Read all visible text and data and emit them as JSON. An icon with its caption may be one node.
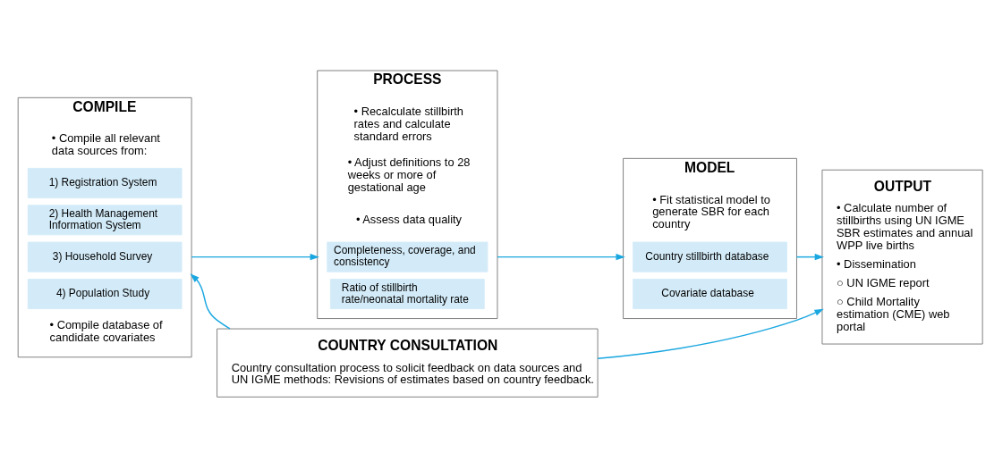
{
  "diagram": {
    "nodes": [
      {
        "text": [
          "COMPILE",
          "• Compile all relevant data sources from:",
          "• Compile database of candidate covariates"
        ]
      },
      {
        "text": [
          "1) Registration System"
        ],
        "in": 0
      },
      {
        "text": [
          "2) Health Management Information System"
        ],
        "in": 0
      },
      {
        "text": [
          "3) Household Survey"
        ],
        "in": 0
      },
      {
        "text": [
          "4) Population Study"
        ],
        "in": 0
      },
      {
        "text": [
          "PROCESS",
          "• Recalculate stillbirth rates and calculate standard errors",
          "• Adjust definitions to 28 weeks or more of gestational age",
          "• Assess data quality"
        ]
      },
      {
        "text": [
          "Completeness, coverage, and consistency"
        ],
        "in": 5
      },
      {
        "text": [
          "Ratio of stillbirth rate/neonatal mortality rate"
        ],
        "in": 5
      },
      {
        "text": [
          "MODEL",
          "• Fit statistical model to generate SBR for each country"
        ]
      },
      {
        "text": [
          "Country stillbirth database"
        ],
        "in": 8
      },
      {
        "text": [
          "Covariate database"
        ],
        "in": 8
      },
      {
        "text": [
          "OUTPUT",
          "• Calculate number of stillbirths using UN IGME SBR estimates and annual WPP live births",
          "• Dissemination",
          "○ UN IGME report",
          "○ Child Mortality estimation (CME) web portal"
        ]
      },
      {
        "text": [
          "COUNTRY CONSULTATION",
          "Country consultation process to solicit feedback on data sources and UN IGME methods: Revisions of estimates based on country feedback."
        ]
      }
    ],
    "edges": [
      {
        "from": 0,
        "to": 5,
        "arrow": "to"
      },
      {
        "from": 5,
        "to": 8,
        "arrow": "to"
      },
      {
        "from": 8,
        "to": 11,
        "arrow": "to"
      },
      {
        "from": 12,
        "to": 0,
        "arrow": "to"
      },
      {
        "from": 12,
        "to": 11,
        "arrow": "to"
      }
    ]
  }
}
